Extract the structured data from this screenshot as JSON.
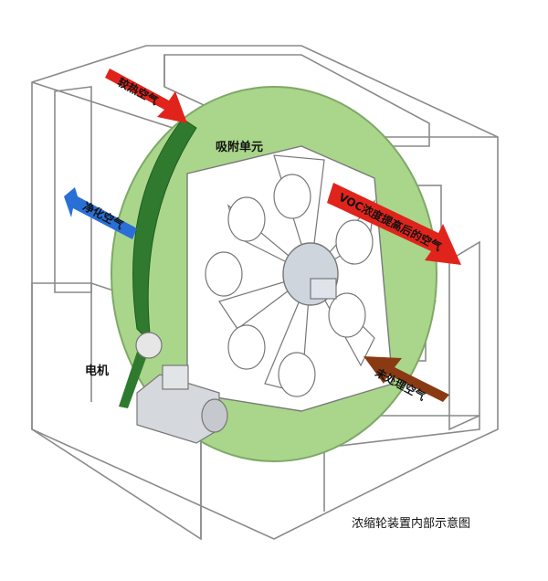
{
  "labels": {
    "hot_air": "较热空气",
    "clean_air": "净化空气",
    "adsorption_unit": "吸附单元",
    "high_voc_air": "VOC浓度提高后的空气",
    "untreated_air": "未处理空气",
    "motor": "电机"
  },
  "caption": "浓缩轮装置内部示意图",
  "colors": {
    "hot_arrow": "#e0241b",
    "clean_arrow": "#2a6fd6",
    "voc_arrow": "#e0241b",
    "untreated_arrow": "#8a3a12",
    "wheel_fill": "#a9d68a",
    "belt": "#2f7a2f",
    "outline": "#888888"
  }
}
